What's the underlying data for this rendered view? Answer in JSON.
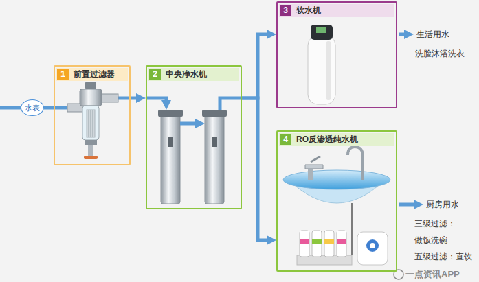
{
  "diagram": {
    "nodes": [
      {
        "text": [
          "水表"
        ]
      },
      {
        "text": [
          "1",
          "前置过滤器"
        ]
      },
      {
        "text": [
          "2",
          "中央净水机"
        ]
      },
      {
        "text": [
          "3",
          "软水机"
        ]
      },
      {
        "text": [
          "4",
          "RO反渗透纯水机"
        ]
      }
    ],
    "edges": [
      {
        "from": 0,
        "to": 1,
        "arrow": "none"
      },
      {
        "from": 1,
        "to": 2,
        "arrow": "to"
      },
      {
        "from": 2,
        "to": 3,
        "arrow": "to"
      },
      {
        "from": 2,
        "to": 4,
        "arrow": "to"
      }
    ],
    "labels": [
      "生活用水",
      "洗脸沐浴洗衣",
      "厨房用水",
      "三级过滤：",
      "做饭洗碗",
      "五级过滤：直饮",
      "一点资讯APP"
    ]
  }
}
